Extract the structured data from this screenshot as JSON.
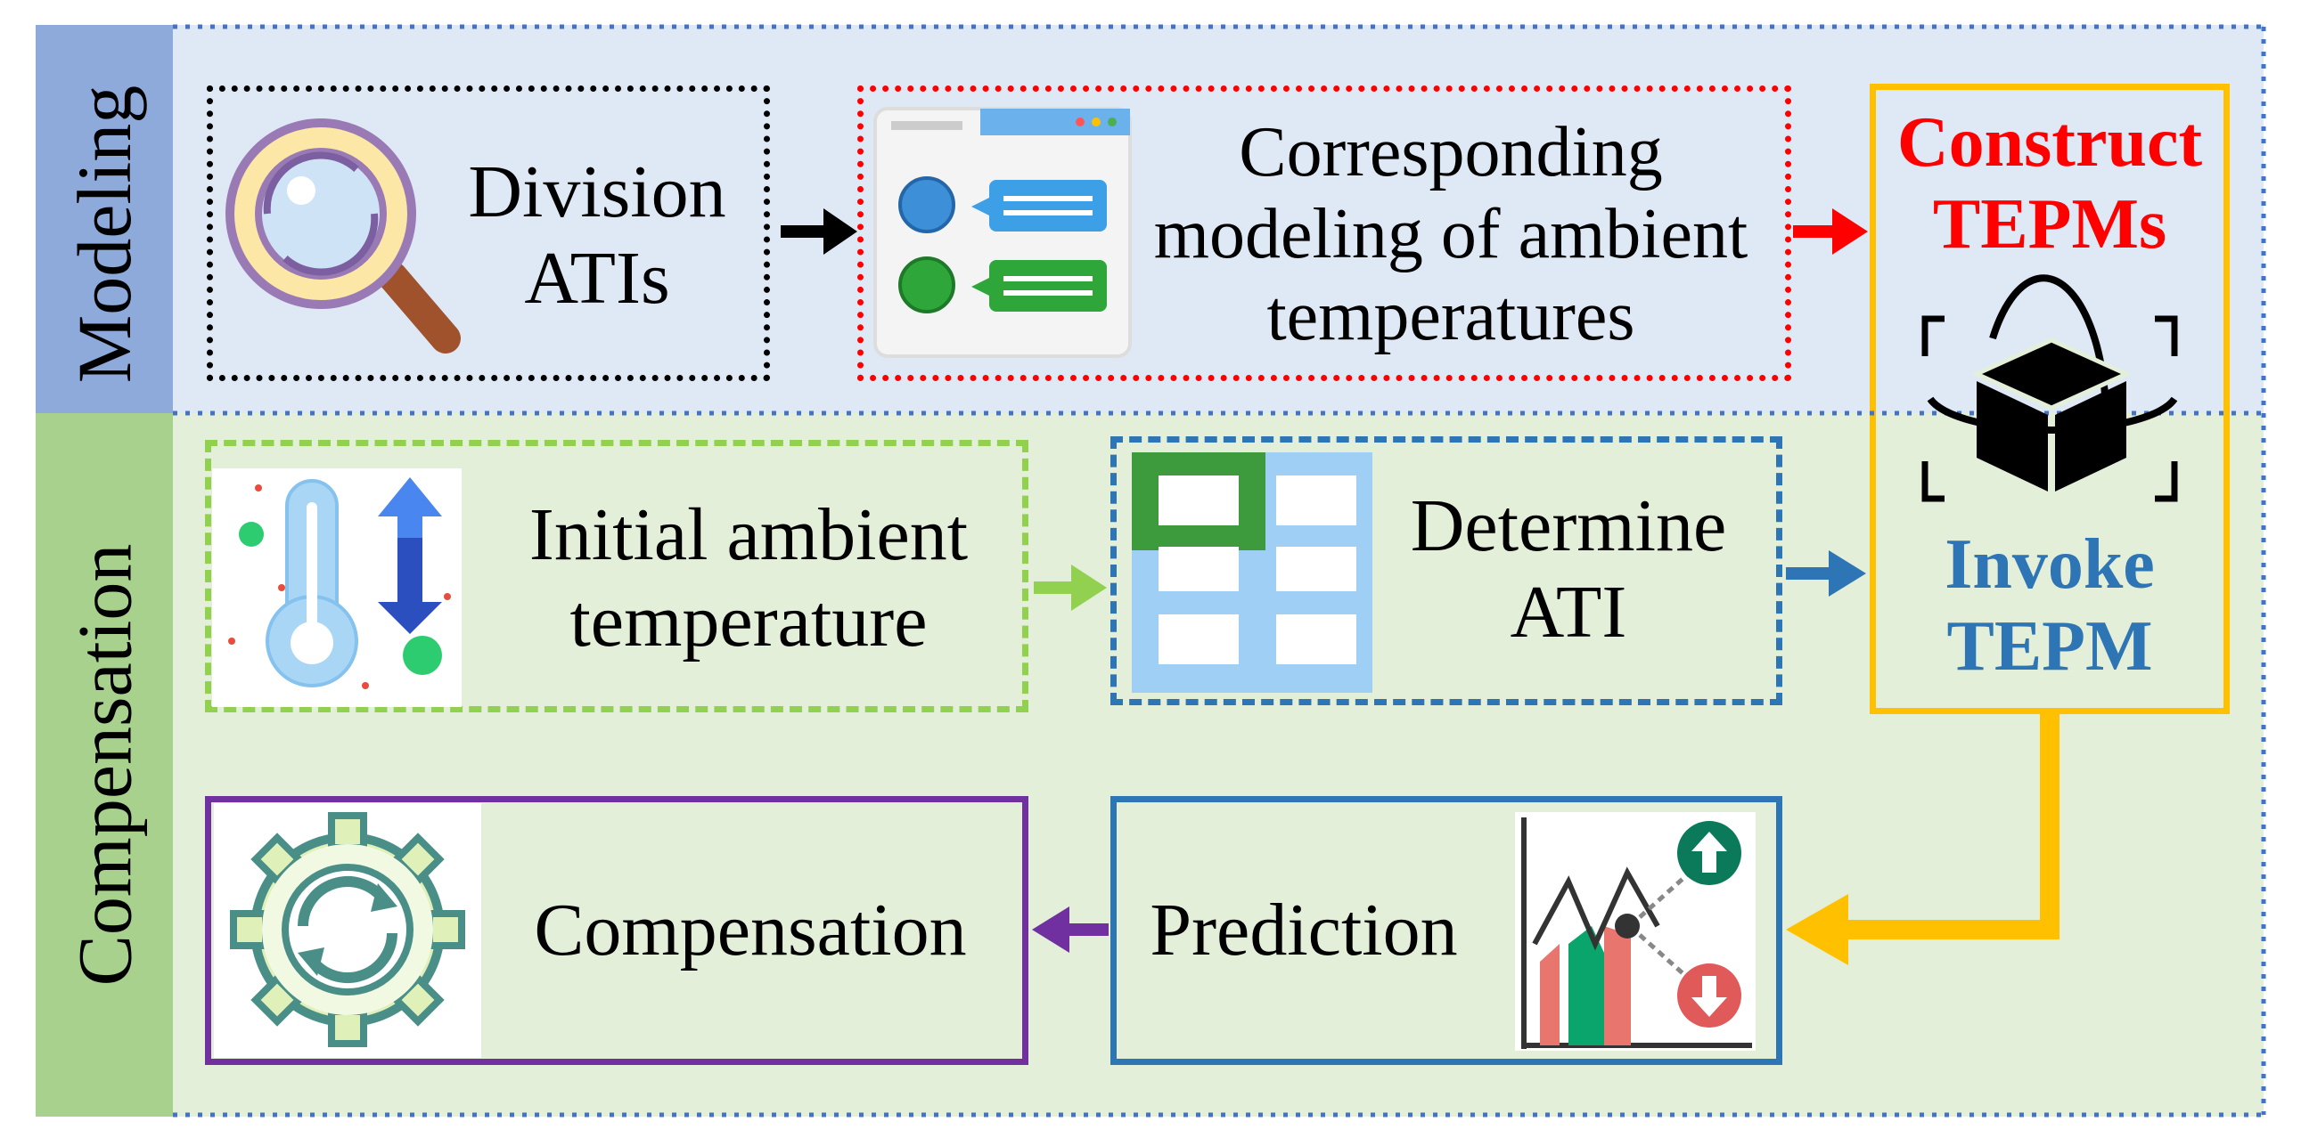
{
  "bands": {
    "modeling_label": "Modeling",
    "compensation_label": "Compensation"
  },
  "modeling": {
    "division_line1": "Division",
    "division_line2": "ATIs",
    "corresponding_line1": "Corresponding",
    "corresponding_line2": "modeling of ambient",
    "corresponding_line3": "temperatures"
  },
  "tepm": {
    "construct_line1": "Construct",
    "construct_line2": "TEPMs",
    "invoke_line1": "Invoke",
    "invoke_line2": "TEPM"
  },
  "compensation": {
    "initial_line1": "Initial ambient",
    "initial_line2": "temperature",
    "determine_line1": "Determine",
    "determine_line2": "ATI",
    "prediction": "Prediction",
    "compensation": "Compensation"
  },
  "colors": {
    "modeling_bg": "#dfe9f6",
    "modeling_label_bg": "#8eaadb",
    "compensation_bg": "#e3efd9",
    "compensation_label_bg": "#a9d18e",
    "border_dotted_blue": "#4472c4",
    "black": "#000000",
    "red": "#ff0000",
    "gold": "#ffc000",
    "green_dashed": "#92d050",
    "blue_dashed": "#2e75b6",
    "purple": "#7030a0",
    "invoke_text": "#2e75b6"
  },
  "icons": [
    "magnifier-icon",
    "chat-window-icon",
    "rotating-cube-icon",
    "thermometer-icon",
    "table-grid-icon",
    "trend-chart-icon",
    "gear-sync-icon"
  ]
}
